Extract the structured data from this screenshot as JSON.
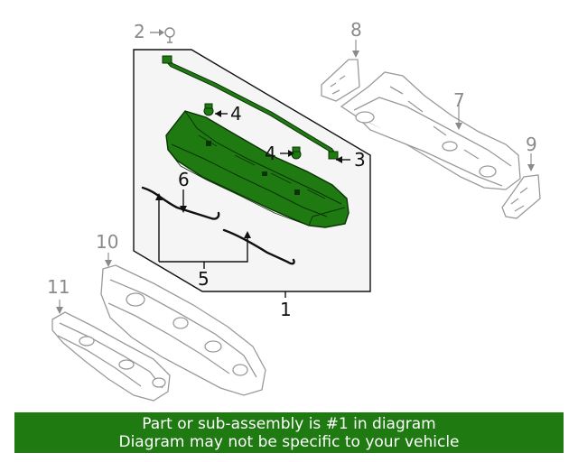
{
  "callouts": {
    "c1": "1",
    "c2": "2",
    "c3": "3",
    "c4a": "4",
    "c4b": "4",
    "c5": "5",
    "c6": "6",
    "c7": "7",
    "c8": "8",
    "c9": "9",
    "c10": "10",
    "c11": "11"
  },
  "banner": {
    "line1": "Part or sub-assembly is #1 in diagram",
    "line2": "Diagram may not be specific to your vehicle"
  },
  "colors": {
    "highlight_part": "#1f7a12",
    "banner_bg": "#1f7a12",
    "banner_text": "#ffffff",
    "panel_fill": "#f5f5f5",
    "outline_grey": "#9a9a9a"
  }
}
